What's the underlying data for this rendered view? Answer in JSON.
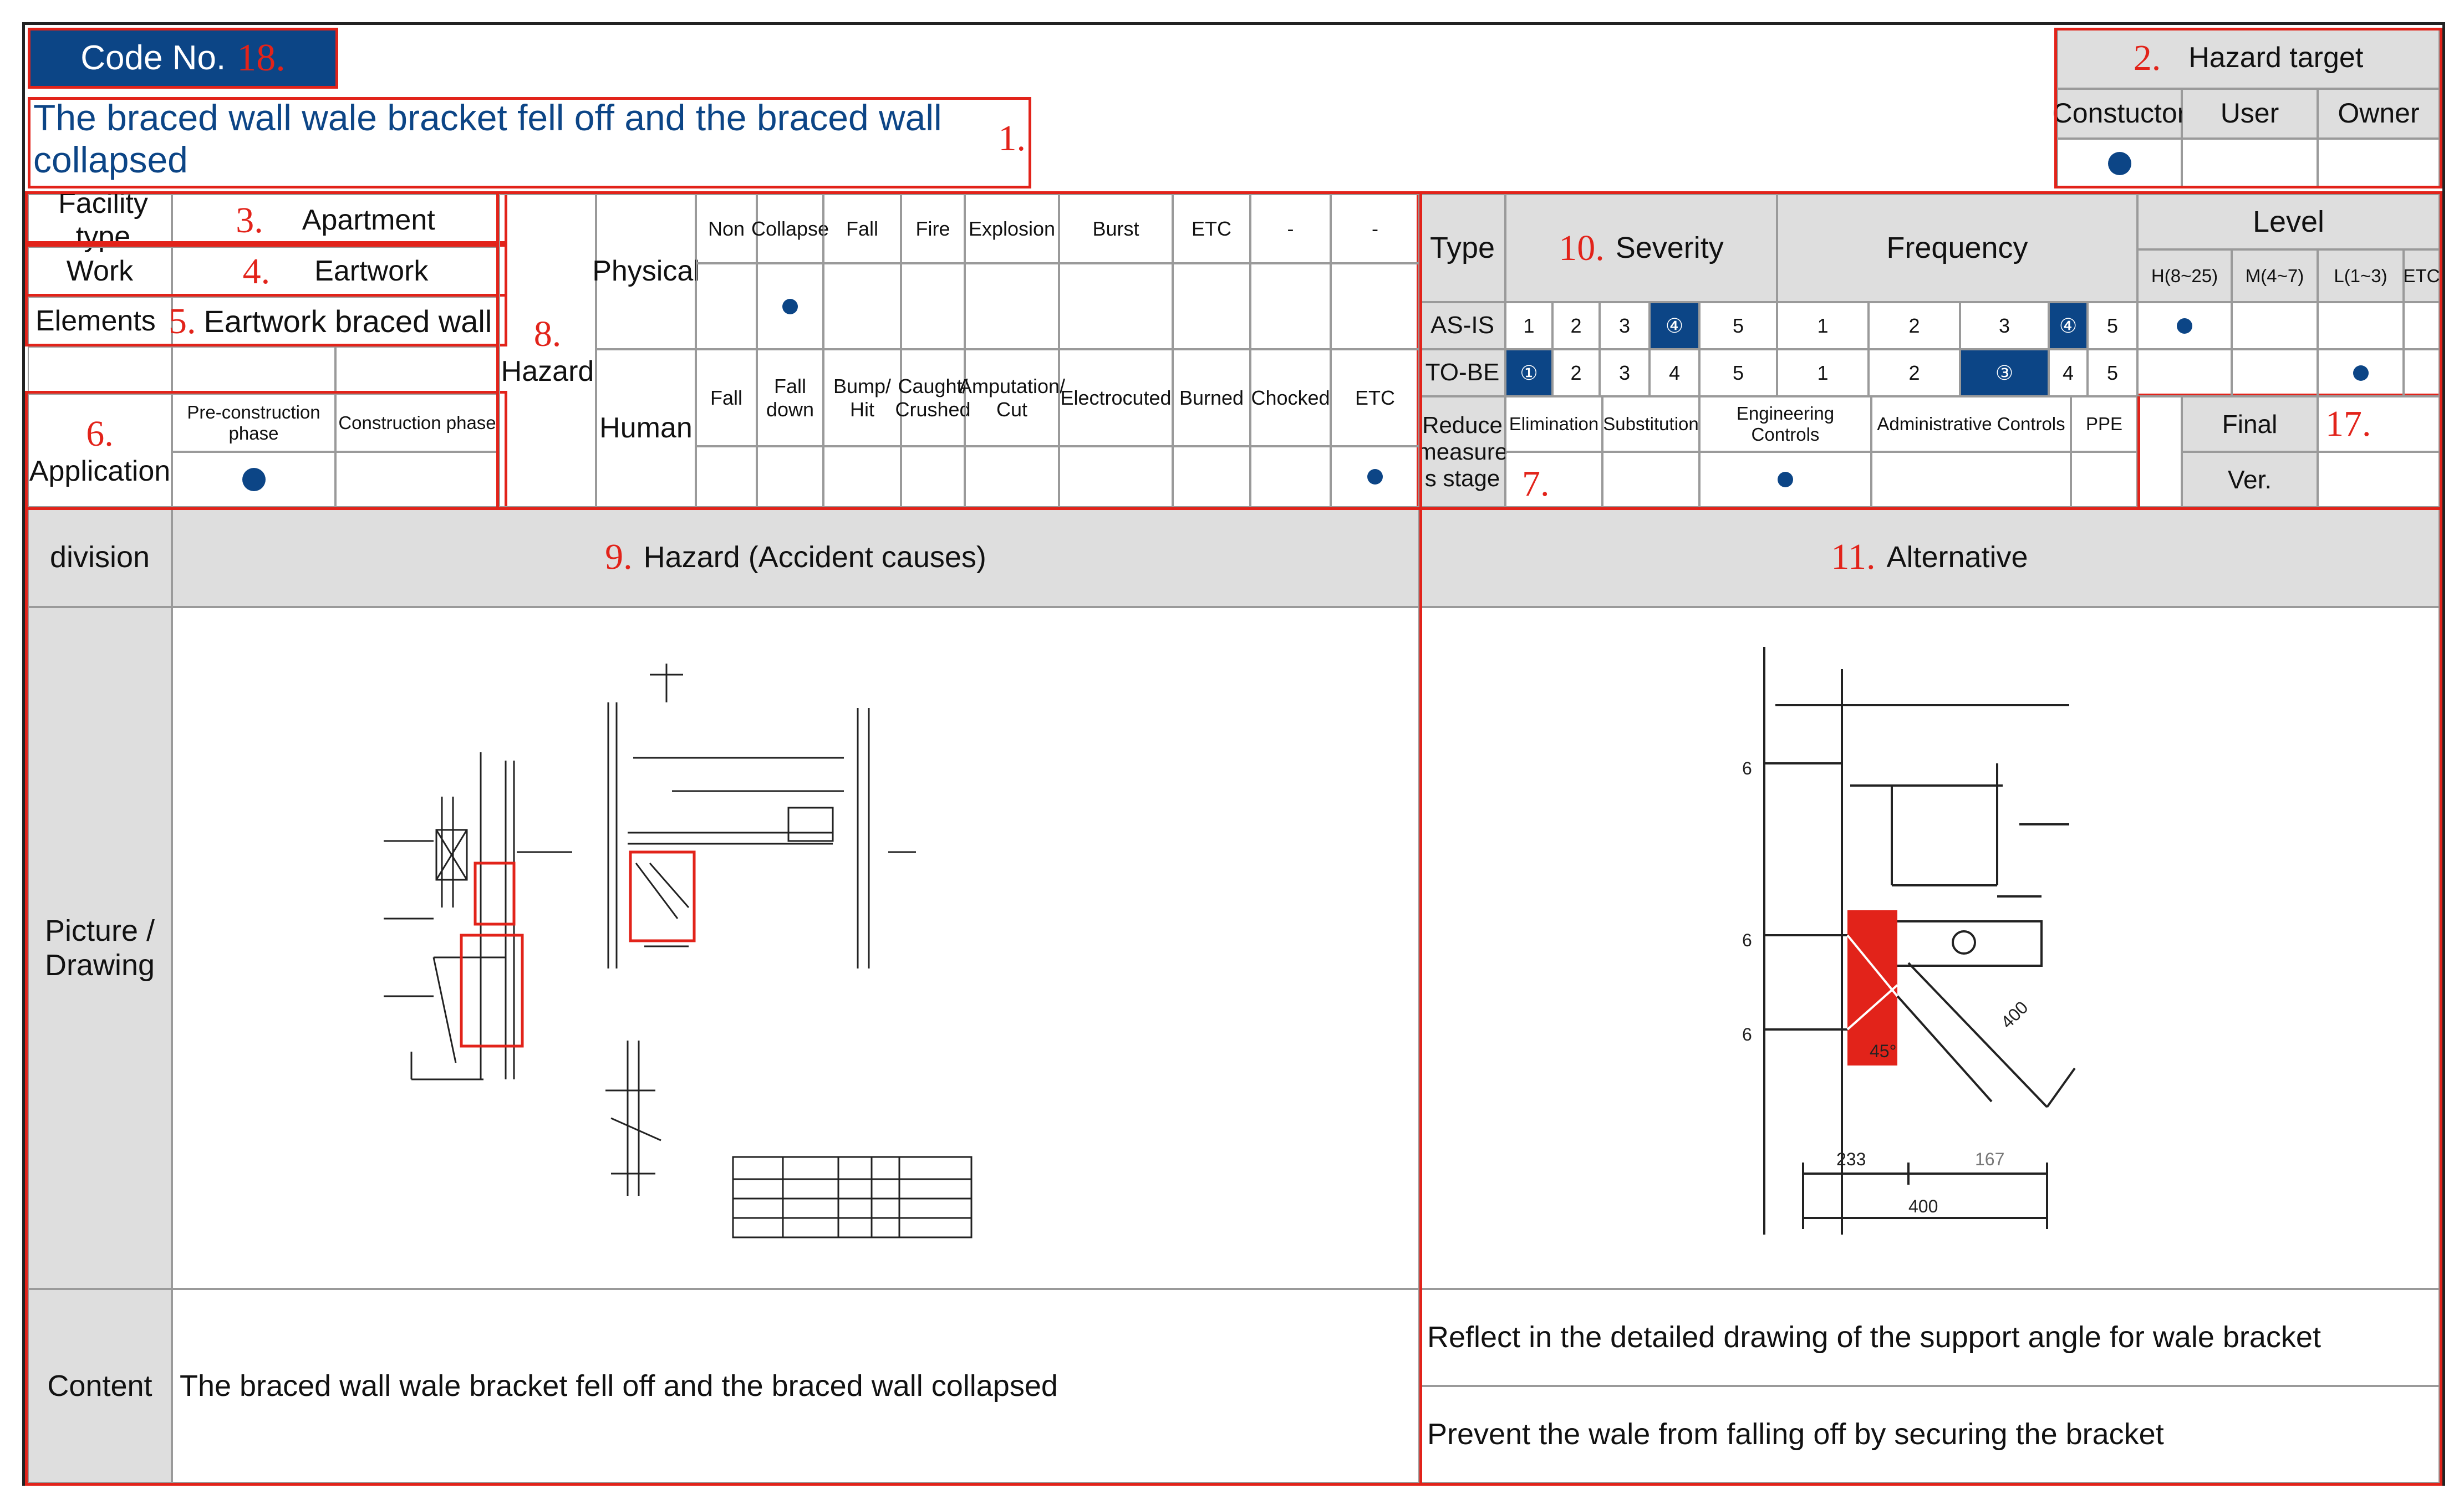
{
  "header": {
    "code_label": "Code No.",
    "code_number": "18.",
    "title": "The braced wall wale bracket fell off and the braced wall collapsed",
    "title_marker": "1."
  },
  "hazard_target": {
    "marker": "2.",
    "label": "Hazard target",
    "columns": [
      "Constuctor",
      "User",
      "Owner"
    ],
    "selected": "Constuctor"
  },
  "facility": {
    "facility_label": "Facility type",
    "facility_marker": "3.",
    "facility_value": "Apartment",
    "work_label": "Work",
    "work_marker": "4.",
    "work_value": "Eartwork",
    "elements_label": "Elements",
    "elements_marker": "5.",
    "elements_value": "Eartwork braced wall"
  },
  "application": {
    "marker": "6.",
    "label": "Application",
    "phases": [
      "Pre-construction phase",
      "Construction phase"
    ],
    "selected": "Pre-construction phase"
  },
  "hazard": {
    "marker": "8.",
    "label": "Hazard",
    "physical_label": "Physical",
    "physical_items": [
      "Non",
      "Collapse",
      "Fall",
      "Fire",
      "Explosion",
      "Burst",
      "ETC",
      "-",
      "-"
    ],
    "physical_selected": "Collapse",
    "human_label": "Human",
    "human_items": [
      "Fall",
      "Fall down",
      "Bump/ Hit",
      "Caught/ Crushed",
      "Amputation/ Cut",
      "Electrocuted",
      "Burned",
      "Chocked",
      "ETC"
    ],
    "human_selected": "ETC"
  },
  "risk": {
    "type_label": "Type",
    "severity_marker": "10.",
    "severity_label": "Severity",
    "frequency_label": "Frequency",
    "level_label": "Level",
    "level_columns": [
      "H(8~25)",
      "M(4~7)",
      "L(1~3)",
      "ETC"
    ],
    "asis_label": "AS-IS",
    "tobe_label": "TO-BE",
    "asis": {
      "severity": [
        "1",
        "2",
        "3",
        "④",
        "5"
      ],
      "severity_selected": 4,
      "frequency": [
        "1",
        "2",
        "3",
        "④",
        "5"
      ],
      "frequency_selected": 4,
      "level": "H(8~25)"
    },
    "tobe": {
      "severity": [
        "①",
        "2",
        "3",
        "4",
        "5"
      ],
      "severity_selected": 1,
      "frequency": [
        "1",
        "2",
        "③",
        "4",
        "5"
      ],
      "frequency_selected": 3,
      "level": "L(1~3)"
    }
  },
  "reduce_measure": {
    "label": "Reduce measure s stage",
    "marker": "7.",
    "columns": [
      "Elimination",
      "Substitution",
      "Engineering Controls",
      "Administrative Controls",
      "PPE"
    ],
    "selected": "Engineering Controls"
  },
  "final": {
    "final_label": "Final",
    "final_marker": "17.",
    "ver_label": "Ver."
  },
  "sections": {
    "division_label": "division",
    "hazard_marker": "9.",
    "hazard_title": "Hazard (Accident causes)",
    "alternative_marker": "11.",
    "alternative_title": "Alternative",
    "picture_label": "Picture / Drawing",
    "content_label": "Content"
  },
  "drawing_labels": {
    "dim_233": "233",
    "dim_167": "167",
    "dim_400": "400",
    "angle": "45°",
    "diag_400": "400",
    "six": "6"
  },
  "content": {
    "hazard_text": "The braced wall wale bracket fell off and the braced wall collapsed",
    "alternative_lines": [
      "Reflect in the detailed drawing of the support angle for wale bracket",
      "Prevent the wale from falling off by securing the bracket"
    ]
  },
  "colors": {
    "navy": "#0c4586",
    "red": "#e2231a",
    "header_gray": "#dedede"
  }
}
